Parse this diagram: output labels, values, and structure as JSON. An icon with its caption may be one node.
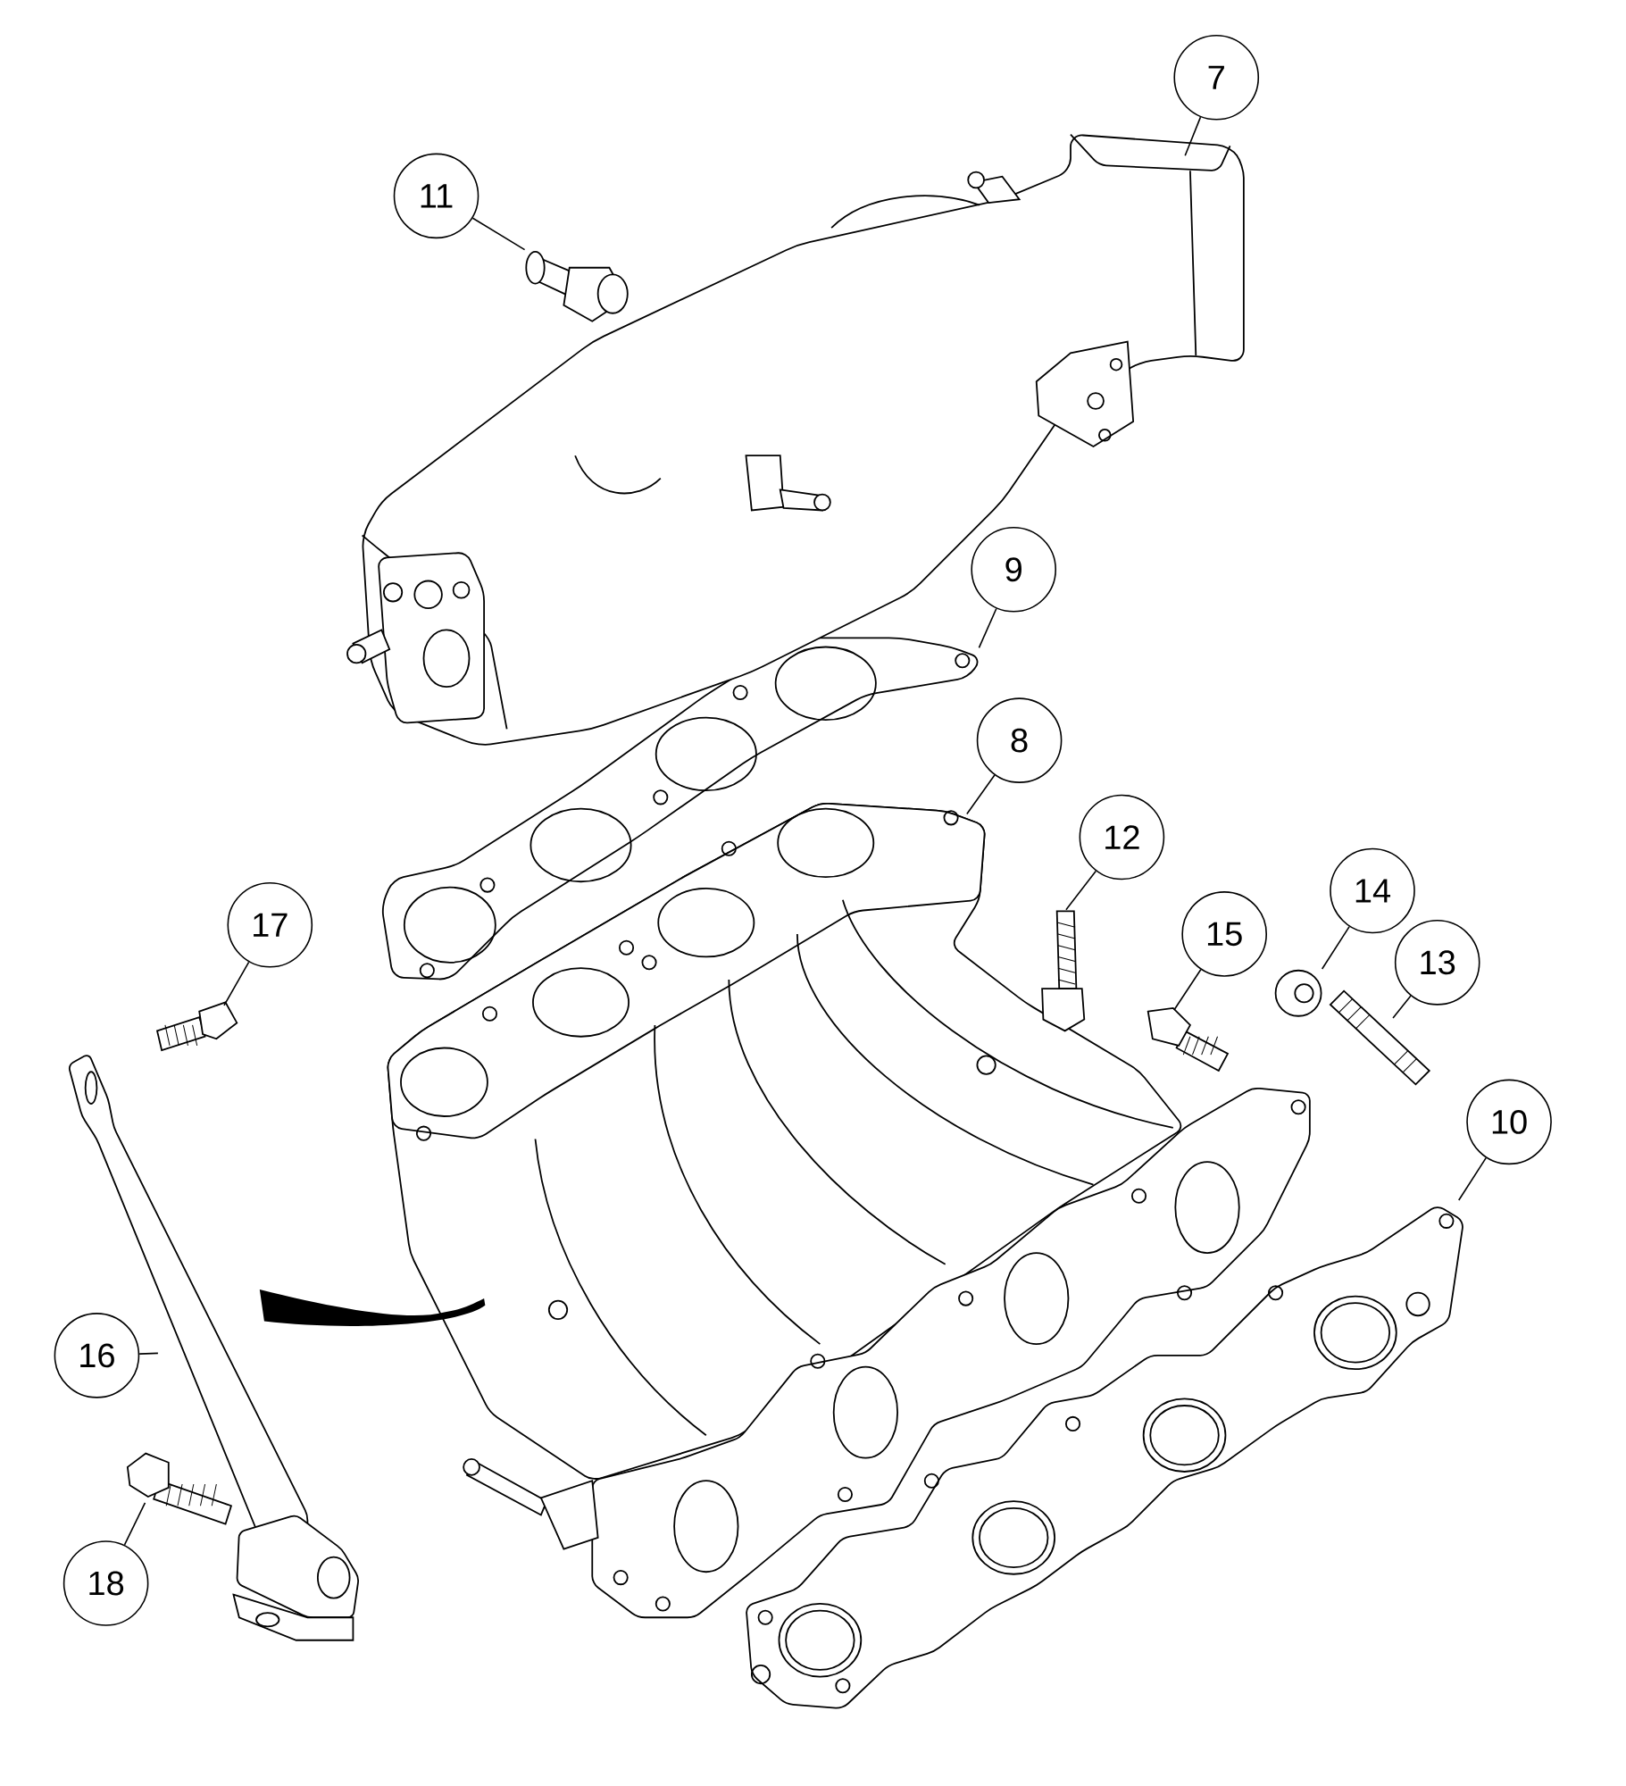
{
  "diagram": {
    "nodes": [
      {
        "text": [
          "7"
        ]
      },
      {
        "text": [
          "11"
        ]
      },
      {
        "text": [
          "9"
        ]
      },
      {
        "text": [
          "8"
        ]
      },
      {
        "text": [
          "12"
        ]
      },
      {
        "text": [
          "17"
        ]
      },
      {
        "text": [
          "15"
        ]
      },
      {
        "text": [
          "14"
        ]
      },
      {
        "text": [
          "13"
        ]
      },
      {
        "text": [
          "10"
        ]
      },
      {
        "text": [
          "16"
        ]
      },
      {
        "text": [
          "18"
        ]
      },
      {
        "text": [],
        "shape": "picture"
      },
      {
        "text": [],
        "shape": "picture"
      },
      {
        "text": [],
        "shape": "picture"
      },
      {
        "text": [],
        "shape": "picture"
      },
      {
        "text": [],
        "shape": "picture"
      },
      {
        "text": [],
        "shape": "picture"
      },
      {
        "text": [],
        "shape": "picture"
      },
      {
        "text": [],
        "shape": "picture"
      },
      {
        "text": [],
        "shape": "picture"
      },
      {
        "text": [],
        "shape": "picture"
      },
      {
        "text": [],
        "shape": "picture"
      },
      {
        "text": [],
        "shape": "picture"
      }
    ],
    "edges": [
      {
        "from": 0,
        "to": 12,
        "arrow": "none"
      },
      {
        "from": 1,
        "to": 13,
        "arrow": "none"
      },
      {
        "from": 2,
        "to": 14,
        "arrow": "none"
      },
      {
        "from": 3,
        "to": 15,
        "arrow": "none"
      },
      {
        "from": 4,
        "to": 16,
        "arrow": "none"
      },
      {
        "from": 5,
        "to": 17,
        "arrow": "none"
      },
      {
        "from": 6,
        "to": 18,
        "arrow": "none"
      },
      {
        "from": 7,
        "to": 19,
        "arrow": "none"
      },
      {
        "from": 8,
        "to": 20,
        "arrow": "none"
      },
      {
        "from": 9,
        "to": 21,
        "arrow": "none"
      },
      {
        "from": 10,
        "to": 22,
        "arrow": "none"
      },
      {
        "from": 11,
        "to": 23,
        "arrow": "none"
      }
    ]
  }
}
